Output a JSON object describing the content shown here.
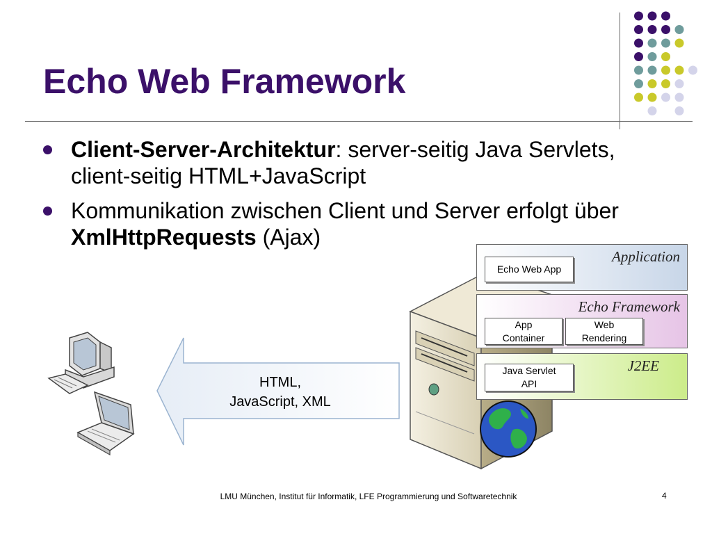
{
  "slide": {
    "title": "Echo Web Framework",
    "bullets": [
      {
        "bold": "Client-Server-Architektur",
        "text_after": ": server-seitig Java Servlets, client-seitig HTML+JavaScript"
      },
      {
        "text_before": "Kommunikation zwischen Client und Server erfolgt über ",
        "bold": "XmlHttpRequests",
        "text_after": " (Ajax)"
      }
    ],
    "footer": "LMU München, Institut für Informatik, LFE Programmierung und Softwaretechnik",
    "page_number": "4"
  },
  "diagram": {
    "arrow_label_line1": "HTML,",
    "arrow_label_line2": "JavaScript, XML",
    "layers": [
      {
        "name": "Application",
        "boxes": [
          "Echo Web App"
        ]
      },
      {
        "name": "Echo Framework",
        "boxes": [
          "App Container",
          "Web Rendering"
        ]
      },
      {
        "name": "J2EE",
        "boxes": [
          "Java Servlet API"
        ]
      }
    ]
  },
  "colors": {
    "title": "#3b1069",
    "dot_purple": "#3b1069",
    "dot_teal": "#6f9c9c",
    "dot_yellow": "#c9c92a",
    "dot_lavender": "#d4d4ea"
  }
}
